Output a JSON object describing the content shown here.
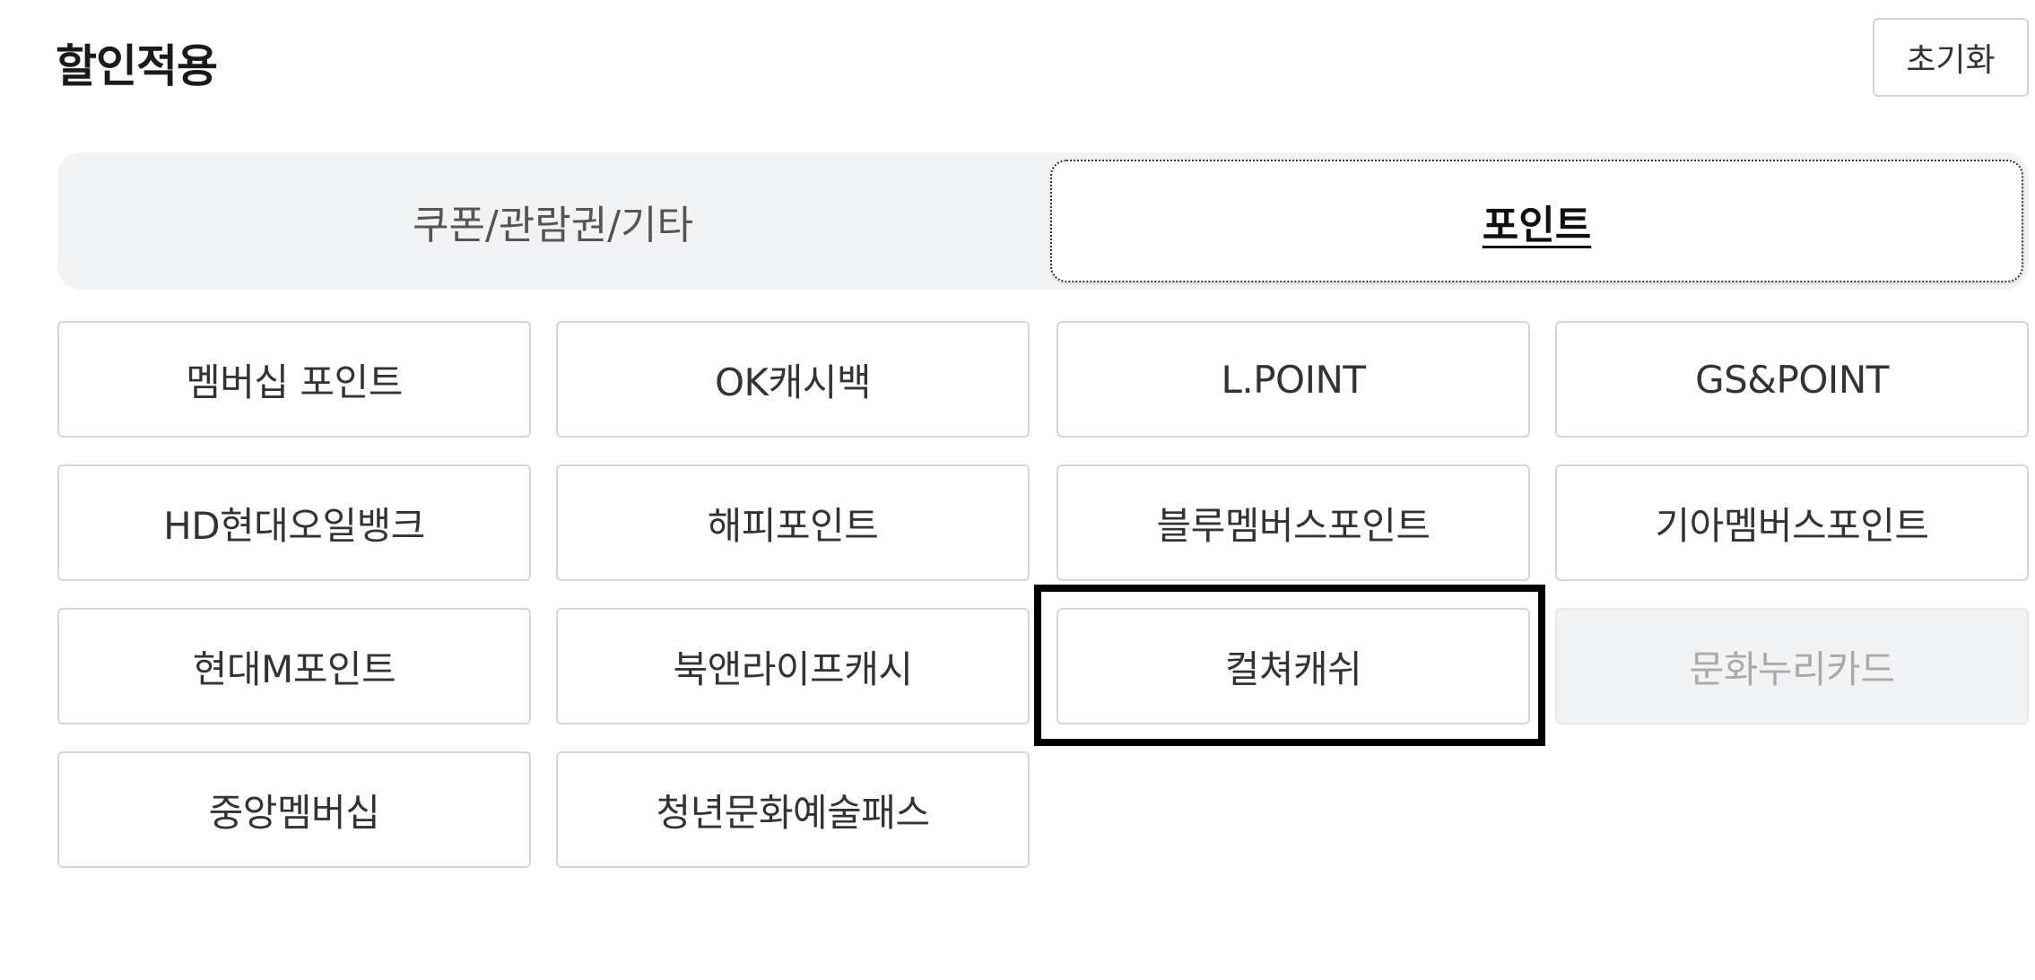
{
  "header": {
    "title": "할인적용",
    "reset_label": "초기화"
  },
  "tabs": [
    {
      "label": "쿠폰/관람권/기타",
      "active": false
    },
    {
      "label": "포인트",
      "active": true
    }
  ],
  "options": [
    {
      "label": "멤버십 포인트",
      "enabled": true
    },
    {
      "label": "OK캐시백",
      "enabled": true
    },
    {
      "label": "L.POINT",
      "enabled": true
    },
    {
      "label": "GS&POINT",
      "enabled": true
    },
    {
      "label": "HD현대오일뱅크",
      "enabled": true
    },
    {
      "label": "해피포인트",
      "enabled": true
    },
    {
      "label": "블루멤버스포인트",
      "enabled": true
    },
    {
      "label": "기아멤버스포인트",
      "enabled": true
    },
    {
      "label": "현대M포인트",
      "enabled": true
    },
    {
      "label": "북앤라이프캐시",
      "enabled": true
    },
    {
      "label": "컬쳐캐쉬",
      "enabled": true,
      "highlighted": true
    },
    {
      "label": "문화누리카드",
      "enabled": false
    },
    {
      "label": "중앙멤버십",
      "enabled": true
    },
    {
      "label": "청년문화예술패스",
      "enabled": true
    }
  ],
  "colors": {
    "tabbar_bg": "#f2f3f5",
    "border": "#d6d6d6",
    "disabled_text": "#aaaaaa",
    "highlight": "#000000"
  }
}
